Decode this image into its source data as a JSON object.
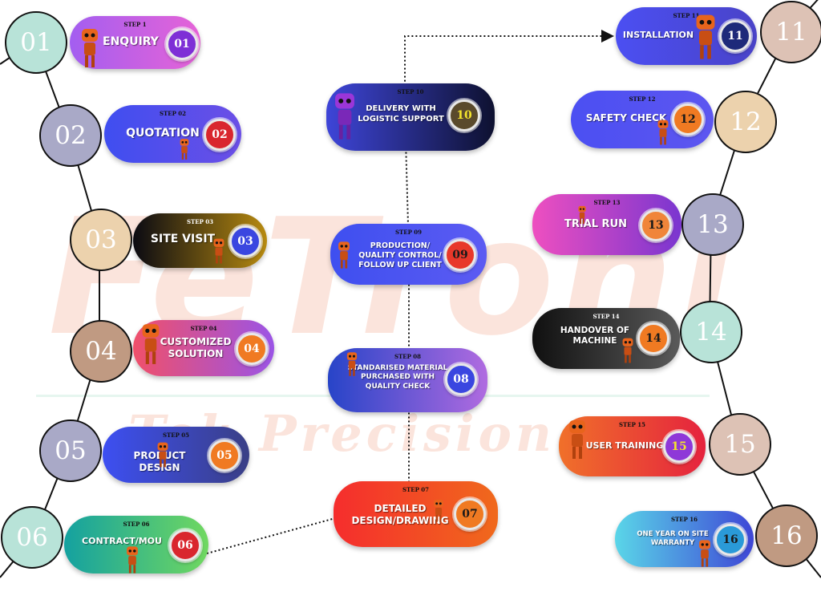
{
  "colors": {
    "line": "#111111",
    "watermark": "#fbe4dc"
  },
  "watermark": {
    "brand": "FeTronix",
    "tagline": "Tek Precision"
  },
  "steps": [
    {
      "step": "STEP 1",
      "label": "ENQUIRY",
      "badge": "01",
      "circle": "01"
    },
    {
      "step": "STEP 02",
      "label": "QUOTATION",
      "badge": "02",
      "circle": "02"
    },
    {
      "step": "STEP 03",
      "label": "SITE VISIT",
      "badge": "03",
      "circle": "03"
    },
    {
      "step": "STEP 04",
      "label": "CUSTOMIZED SOLUTION",
      "badge": "04",
      "circle": "04"
    },
    {
      "step": "STEP 05",
      "label": "PRODUCT DESIGN",
      "badge": "05",
      "circle": "05"
    },
    {
      "step": "STEP 06",
      "label": "CONTRACT/MOU",
      "badge": "06",
      "circle": "06"
    },
    {
      "step": "STEP 07",
      "label": "DETAILED DESIGN/DRAWING",
      "badge": "07"
    },
    {
      "step": "STEP 08",
      "label": "STANDARISED MATERIAL PURCHASED WITH QUALITY CHECK",
      "badge": "08"
    },
    {
      "step": "STEP 09",
      "label": "PRODUCTION/ QUALITY CONTROL/ FOLLOW UP CLIENT",
      "badge": "09"
    },
    {
      "step": "STEP 10",
      "label": "DELIVERY WITH LOGISTIC SUPPORT",
      "badge": "10"
    },
    {
      "step": "STEP 11",
      "label": "INSTALLATION",
      "badge": "11",
      "circle": "11"
    },
    {
      "step": "STEP 12",
      "label": "SAFETY CHECK",
      "badge": "12",
      "circle": "12"
    },
    {
      "step": "STEP 13",
      "label": "TRIAL RUN",
      "badge": "13",
      "circle": "13"
    },
    {
      "step": "STEP 14",
      "label": "HANDOVER OF MACHINE",
      "badge": "14",
      "circle": "14"
    },
    {
      "step": "STEP 15",
      "label": "USER TRAINING",
      "badge": "15",
      "circle": "15"
    },
    {
      "step": "STEP 16",
      "label": "ONE YEAR ON SITE WARRANTY",
      "badge": "16",
      "circle": "16"
    }
  ]
}
